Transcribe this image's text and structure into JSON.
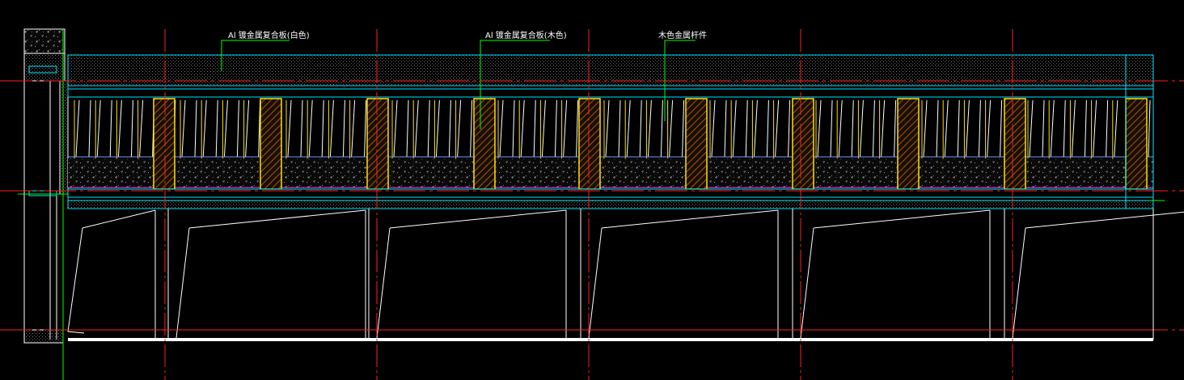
{
  "drawing": {
    "background": "#000000",
    "colors": {
      "grid_axis": "#ff2020",
      "leader": "#00ff00",
      "cyan": "#00e5ff",
      "yellow": "#ffe000",
      "white": "#ffffff",
      "hatch": "#a05a10",
      "magenta": "#ff40ff",
      "blue": "#3060ff"
    },
    "annotations": [
      {
        "id": "panel-white",
        "text": "Al 镀金属复合板(白色)"
      },
      {
        "id": "panel-wood",
        "text": "Al 镀金属复合板(木色)"
      },
      {
        "id": "wood-bar",
        "text": "木色金属杆件"
      }
    ]
  }
}
